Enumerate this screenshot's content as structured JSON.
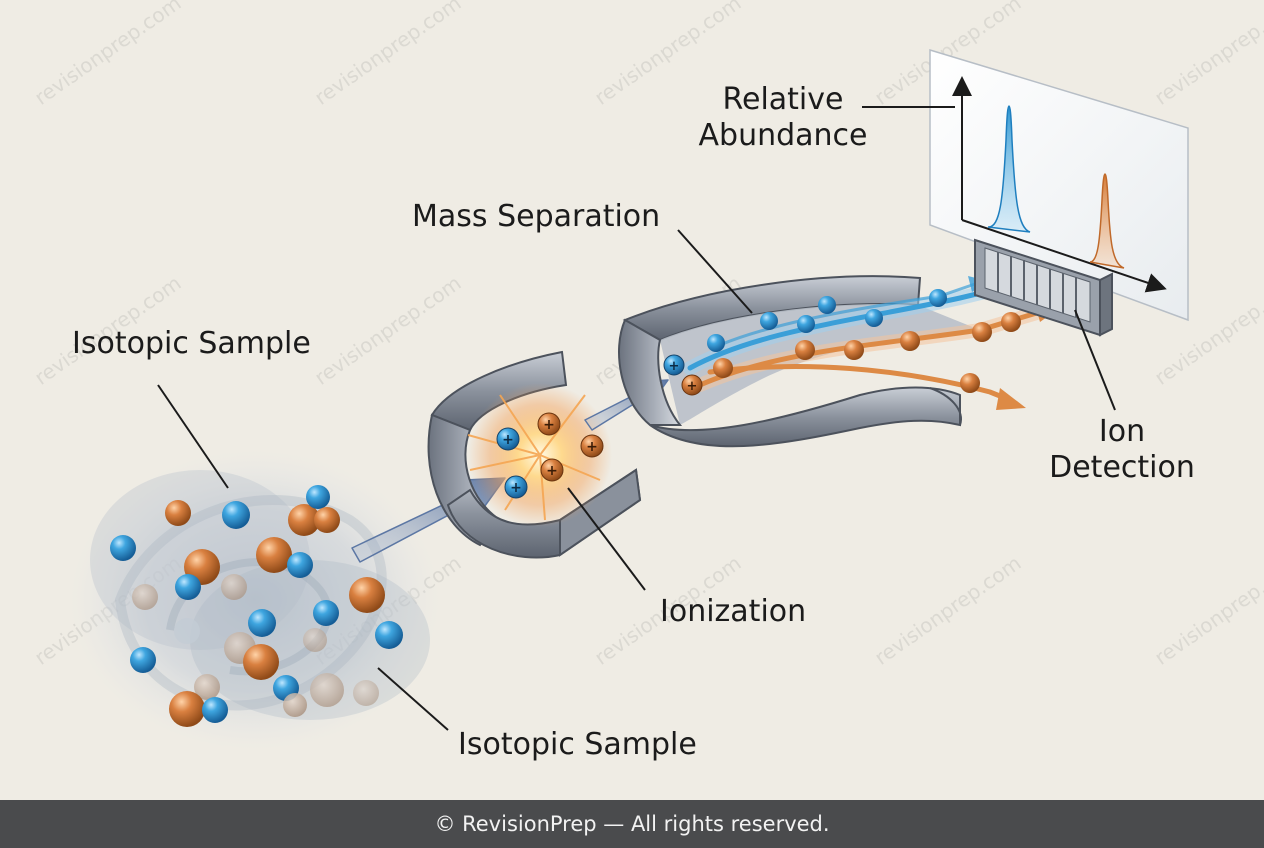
{
  "labels": {
    "relative_abundance_line1": "Relative",
    "relative_abundance_line2": "Abundance",
    "mass_separation": "Mass Separation",
    "isotopic_sample_top": "Isotopic Sample",
    "ionization": "Ionization",
    "ion_detection_line1": "Ion",
    "ion_detection_line2": "Detection",
    "isotopic_sample_bottom": "Isotopic Sample"
  },
  "ion_symbol": "+",
  "watermark": "revisionprep.com",
  "footer": "© RevisionPrep — All rights reserved.",
  "colors": {
    "light_isotope": "#2f97d2",
    "heavy_isotope": "#d57a35",
    "chamber_metal": "#8e949e",
    "beam_arrow": "#6f84a8",
    "footer_bg": "#4a4b4d",
    "background": "#efece4"
  }
}
